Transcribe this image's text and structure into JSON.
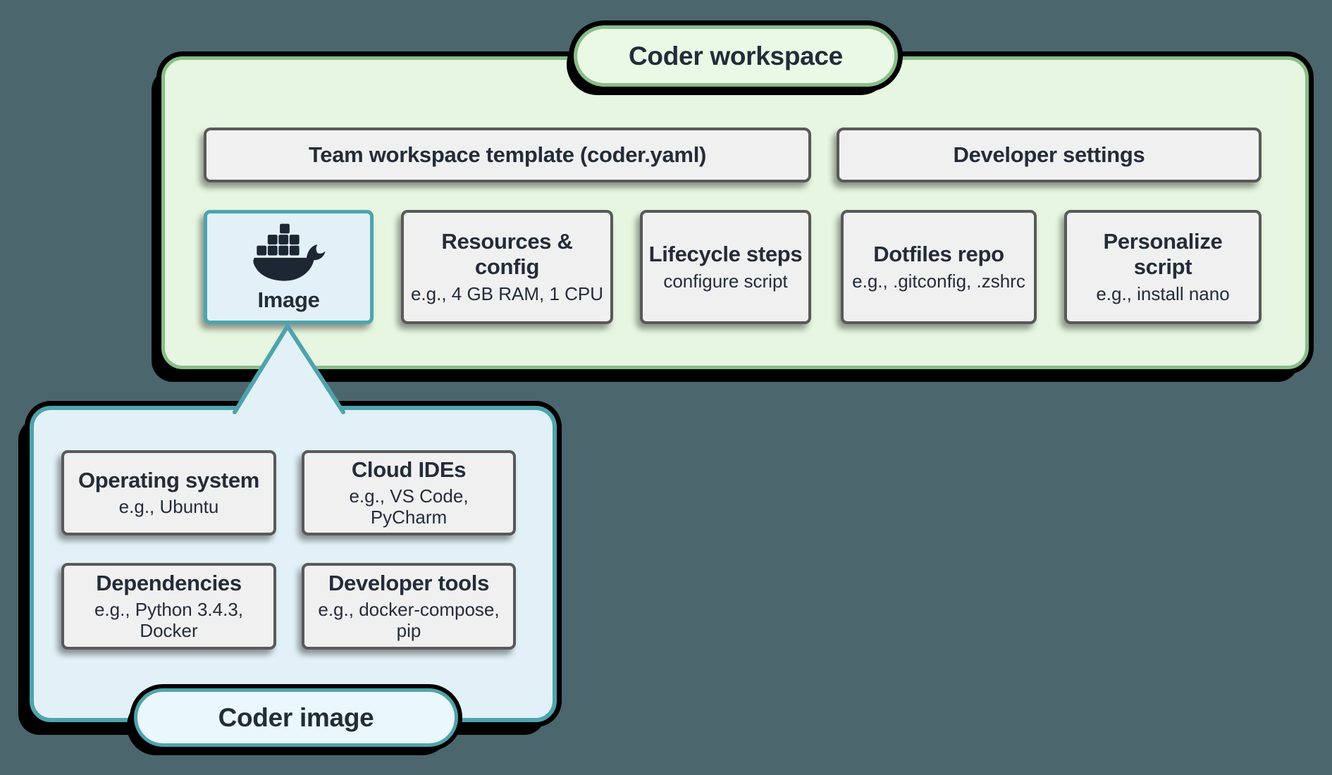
{
  "workspace": {
    "label": "Coder workspace",
    "template_label": "Team workspace template (coder.yaml)",
    "settings_label": "Developer settings",
    "image_card": {
      "title": "Image",
      "icon": "docker-whale-icon"
    },
    "cards": [
      {
        "title": "Resources & config",
        "subtitle": "e.g., 4 GB RAM, 1 CPU"
      },
      {
        "title": "Lifecycle steps",
        "subtitle": "configure script"
      },
      {
        "title": "Dotfiles repo",
        "subtitle": "e.g., .gitconfig, .zshrc"
      },
      {
        "title": "Personalize script",
        "subtitle": "e.g., install nano"
      }
    ]
  },
  "image_box": {
    "label": "Coder image",
    "cards": [
      {
        "title": "Operating system",
        "subtitle": "e.g., Ubuntu"
      },
      {
        "title": "Cloud IDEs",
        "subtitle": "e.g., VS Code, PyCharm"
      },
      {
        "title": "Dependencies",
        "subtitle": "e.g., Python 3.4.3, Docker"
      },
      {
        "title": "Developer tools",
        "subtitle": "e.g., docker-compose, pip"
      }
    ]
  },
  "colors": {
    "background": "#4c666d",
    "green_fill": "#e6f6e0",
    "green_border": "#8abd88",
    "teal_border": "#4fa3ad",
    "blue_fill": "#e2f1f8",
    "card_fill": "#f0f0f0",
    "card_border": "#595959",
    "text_dark": "#232c39",
    "shadow": "#000000",
    "icon_color": "#1d2733"
  }
}
